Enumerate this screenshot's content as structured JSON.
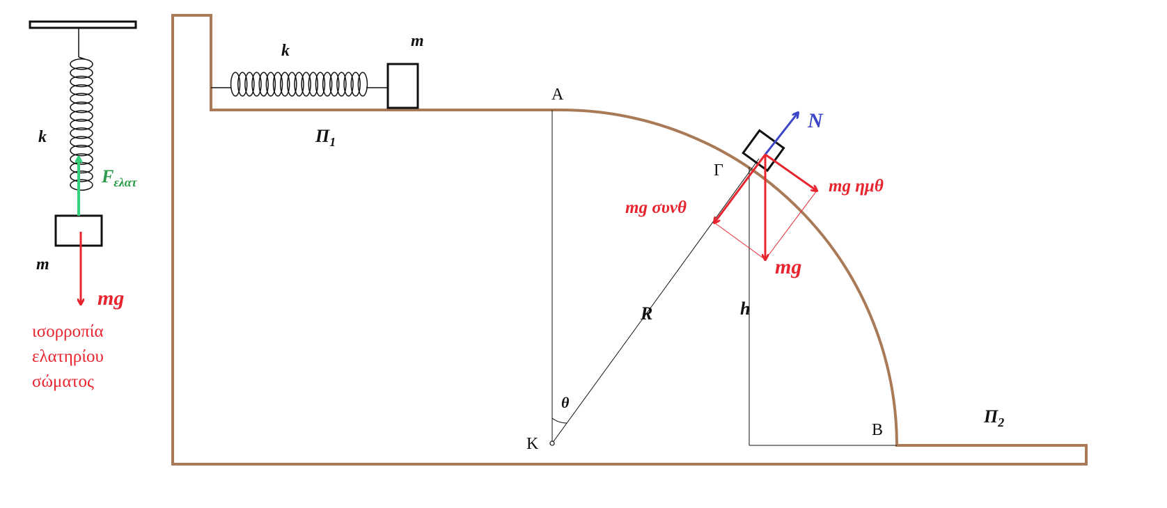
{
  "colors": {
    "track": "#a97a57",
    "force_red": "#e8242f",
    "normal_blue": "#3b45c8",
    "spring_green": "#35d17a",
    "ink": "#111111"
  },
  "left_panel": {
    "spring_constant": "k",
    "mass": "m",
    "spring_force_main": "F",
    "spring_force_sub": "ελατ",
    "weight": "mg",
    "caption_lines": [
      "ισορροπία",
      "ελατηρίου",
      "σώματος"
    ]
  },
  "main_panel": {
    "spring_constant": "k",
    "mass": "m",
    "plane_top_main": "Π",
    "plane_top_sub": "1",
    "plane_bottom_main": "Π",
    "plane_bottom_sub": "2",
    "point_A": "Α",
    "point_B": "Β",
    "point_G": "Γ",
    "point_K": "Κ",
    "radius": "R",
    "height": "h",
    "angle": "θ",
    "normal_force": "N",
    "weight": "mg",
    "weight_tangential": "mg ημθ",
    "weight_radial": "mg συνθ"
  }
}
